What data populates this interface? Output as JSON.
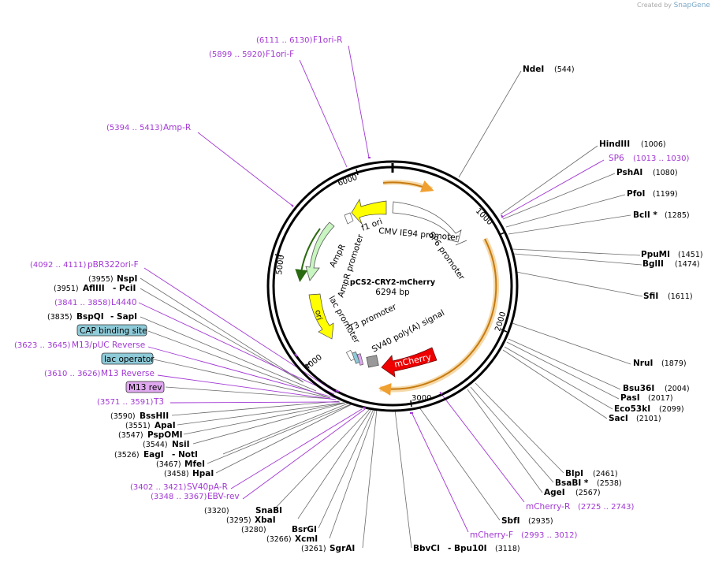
{
  "credit": {
    "prefix": "Created by",
    "brand": "SnapGene"
  },
  "plasmid": {
    "name": "pCS2-CRY2-mCherry",
    "length": "6294 bp"
  },
  "ticks": [
    "1000",
    "2000",
    "3000",
    "4000",
    "5000",
    "6000"
  ],
  "sites": [
    {
      "name": "NdeI",
      "pos": "(544)"
    },
    {
      "name": "HindIII",
      "pos": "(1006)"
    },
    {
      "name": "PshAI",
      "pos": "(1080)"
    },
    {
      "name": "PfoI",
      "pos": "(1199)"
    },
    {
      "name": "BclI *",
      "pos": "(1285)"
    },
    {
      "name": "PpuMI",
      "pos": "(1451)"
    },
    {
      "name": "BglII",
      "pos": "(1474)"
    },
    {
      "name": "SfiI",
      "pos": "(1611)"
    },
    {
      "name": "NruI",
      "pos": "(1879)"
    },
    {
      "name": "Bsu36I",
      "pos": "(2004)"
    },
    {
      "name": "PasI",
      "pos": "(2017)"
    },
    {
      "name": "Eco53kI",
      "pos": "(2099)"
    },
    {
      "name": "SacI",
      "pos": "(2101)"
    },
    {
      "name": "BlpI",
      "pos": "(2461)"
    },
    {
      "name": "BsaBI *",
      "pos": "(2538)"
    },
    {
      "name": "AgeI",
      "pos": "(2567)"
    },
    {
      "name": "SbfI",
      "pos": "(2935)"
    },
    {
      "name": "BbvCI",
      "name2": "Bpu10I",
      "pos": "(3118)"
    },
    {
      "name": "SgrAI",
      "pos": "(3261)"
    },
    {
      "name": "XcmI",
      "pos": "(3266)"
    },
    {
      "name": "BsrGI",
      "pos": "(3280)"
    },
    {
      "name": "XbaI",
      "pos": "(3295)"
    },
    {
      "name": "SnaBI",
      "pos": "(3320)"
    },
    {
      "name": "HpaI",
      "pos": "(3458)"
    },
    {
      "name": "MfeI",
      "pos": "(3467)"
    },
    {
      "name": "EagI",
      "name2": "NotI",
      "pos": "(3526)"
    },
    {
      "name": "NsiI",
      "pos": "(3544)"
    },
    {
      "name": "PspOMI",
      "pos": "(3547)"
    },
    {
      "name": "ApaI",
      "pos": "(3551)"
    },
    {
      "name": "BssHII",
      "pos": "(3590)"
    },
    {
      "name": "BspQI",
      "name2": "SapI",
      "pos": "(3835)"
    },
    {
      "name": "AflIII",
      "name2": "PciI",
      "pos": "(3951)"
    },
    {
      "name": "NspI",
      "pos": "(3955)"
    }
  ],
  "primers": [
    {
      "name": "F1ori-R",
      "range": "(6111 .. 6130)"
    },
    {
      "name": "F1ori-F",
      "range": "(5899 .. 5920)"
    },
    {
      "name": "Amp-R",
      "range": "(5394 .. 5413)"
    },
    {
      "name": "SP6",
      "range": "(1013 .. 1030)"
    },
    {
      "name": "mCherry-R",
      "range": "(2725 .. 2743)"
    },
    {
      "name": "mCherry-F",
      "range": "(2993 .. 3012)"
    },
    {
      "name": "pBR322ori-F",
      "range": "(4092 .. 4111)"
    },
    {
      "name": "L4440",
      "range": "(3841 .. 3858)"
    },
    {
      "name": "M13/pUC Reverse",
      "range": "(3623 .. 3645)"
    },
    {
      "name": "M13 Reverse",
      "range": "(3610 .. 3626)"
    },
    {
      "name": "T3",
      "range": "(3571 .. 3591)"
    },
    {
      "name": "SV40pA-R",
      "range": "(3402 .. 3421)"
    },
    {
      "name": "EBV-rev",
      "range": "(3348 .. 3367)"
    }
  ],
  "boxed": {
    "cap": "CAP binding site",
    "lacop": "lac operator",
    "m13rev": "M13 rev"
  },
  "features": {
    "f1ori": "f1 ori",
    "ampr": "AmpR",
    "amprprom": "AmpR promoter",
    "cmv": "CMV IE94 promoter",
    "sp6prom": "SP6 promoter",
    "ori": "ori",
    "lacprom": "lac promoter",
    "t3prom": "T3 promoter",
    "sv40": "SV40 poly(A) signal",
    "mcherry": "mCherry"
  },
  "colors": {
    "backbone": "#000000",
    "cds_orange": "#f0a030",
    "yellow": "#ffff00",
    "ampr_green": "#c8f5c0",
    "mcherry_red": "#ee0000",
    "primer": "#a238d4",
    "cap_box": "#8ecad8",
    "m13_box": "#e0a8f0"
  }
}
